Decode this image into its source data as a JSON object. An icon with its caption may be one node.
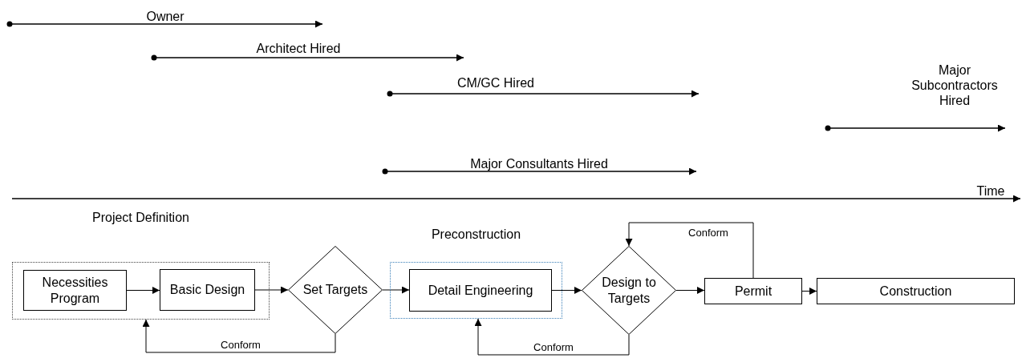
{
  "diagram": {
    "nodes": [
      {
        "text": [
          "Project Definition"
        ]
      },
      {
        "text": [
          "Necessities Program"
        ],
        "in": 0
      },
      {
        "text": [
          "Basic Design"
        ],
        "in": 0
      },
      {
        "text": [
          "Set Targets"
        ]
      },
      {
        "text": [
          "Preconstruction"
        ]
      },
      {
        "text": [
          "Detail Engineering"
        ],
        "in": 4
      },
      {
        "text": [
          "Design to Targets"
        ]
      },
      {
        "text": [
          "Permit"
        ]
      },
      {
        "text": [
          "Construction"
        ]
      }
    ],
    "edges": [
      {
        "from": 1,
        "to": 2,
        "arrow": "to"
      },
      {
        "from": 2,
        "to": 3,
        "arrow": "to"
      },
      {
        "from": 3,
        "to": 5,
        "arrow": "to"
      },
      {
        "from": 5,
        "to": 6,
        "arrow": "to"
      },
      {
        "from": 6,
        "to": 7,
        "arrow": "to"
      },
      {
        "from": 7,
        "to": 8,
        "arrow": "to"
      },
      {
        "from": 3,
        "to": 0,
        "arrow": "to",
        "label": "Conform"
      },
      {
        "from": 6,
        "to": 4,
        "arrow": "to",
        "label": "Conform"
      },
      {
        "from": 7,
        "to": 6,
        "arrow": "to",
        "label": "Conform"
      }
    ],
    "labels": [
      "Owner",
      "Architect Hired",
      "CM/GC Hired",
      "Major Subcontractors Hired",
      "Major Consultants Hired",
      "Time"
    ]
  }
}
